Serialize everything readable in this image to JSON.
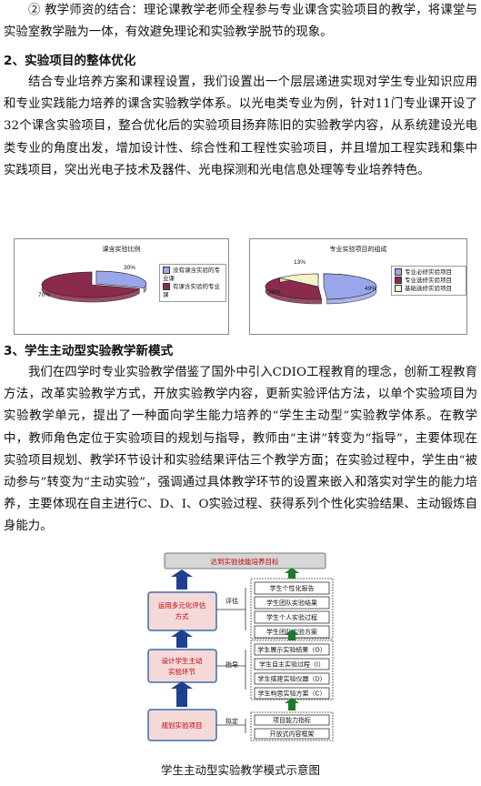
{
  "para1": "② 教学师资的结合：理论课教学老师全程参与专业课含实验项目的教学，将课堂与实验室教学融为一体，有效避免理论和实验教学脱节的现象。",
  "heading2": "2、实验项目的整体优化",
  "para2": "结合专业培养方案和课程设置，我们设置出一个层层递进实现对学生专业知识应用和专业实践能力培养的课含实验教学体系。以光电类专业为例，针对11门专业课开设了32个课含实验项目，整合优化后的实验项目扬弃陈旧的实验教学内容，从系统建设光电类专业的角度出发，增加设计性、综合性和工程性实验项目，并且增加工程实践和集中实践项目，突出光电子技术及器件、光电探测和光电信息处理等专业培养特色。",
  "chart_data": [
    {
      "type": "pie",
      "title": "课含实验比例",
      "categories": [
        "没有课含实验的专业课",
        "有课含实验的专业课"
      ],
      "values": [
        30,
        70
      ],
      "labels": [
        "30%",
        "70%"
      ],
      "colors": [
        "#9aa6ea",
        "#8a2b4e"
      ],
      "legend": "right"
    },
    {
      "type": "pie",
      "title": "专业实验项目的组成",
      "categories": [
        "专业必修实验项目",
        "专业选修实验项目",
        "基础选修实验项目"
      ],
      "values": [
        49,
        38,
        13
      ],
      "labels": [
        "49%",
        "38%",
        "13%"
      ],
      "colors": [
        "#9aa6ea",
        "#8a2b4e",
        "#f3f3cc"
      ],
      "legend": "right"
    }
  ],
  "heading3": "3、学生主动型实验教学新模式",
  "para3": "我们在四学时专业实验教学借鉴了国外中引入CDIO工程教育的理念，创新工程教育方法，改革实验教学方式，开放实验教学内容，更新实验评估方法，以单个实验项目为实验教学单元，提出了一种面向学生能力培养的“学生主动型”实验教学体系。在教学中，教师角色定位于实验项目的规划与指导，教师由“主讲”转变为“指导”，主要体现在实验项目规划、教学环节设计和实验结果评估三个教学方面；在实验过程中，学生由“被动参与”转变为“主动实验”，强调通过具体教学环节的设置来嵌入和落实对学生的能力培养，主要体现在自主进行C、D、I、O实验过程、获得系列个性化实验结果、主动锻炼自身能力。",
  "diagram": {
    "top": "达到实验技能培养目标",
    "left_nodes": [
      "运用多元化评估方式",
      "设计学生主动实验环节",
      "规划实验项目"
    ],
    "edge_labels": [
      "评估",
      "指导",
      "拟定"
    ],
    "group1": [
      "学生个性化报告",
      "学生团队实验结果",
      "学生个人实验过程",
      "学生团队实验方案"
    ],
    "group2": [
      "学生展示实验结果（O）",
      "学生自主实验过程（I）",
      "学生搭建实验仪器（D）",
      "学生构思实验方案（C）"
    ],
    "group3": [
      "项目能力指标",
      "开放式内容框架"
    ]
  },
  "caption": "学生主动型实验教学模式示意图"
}
